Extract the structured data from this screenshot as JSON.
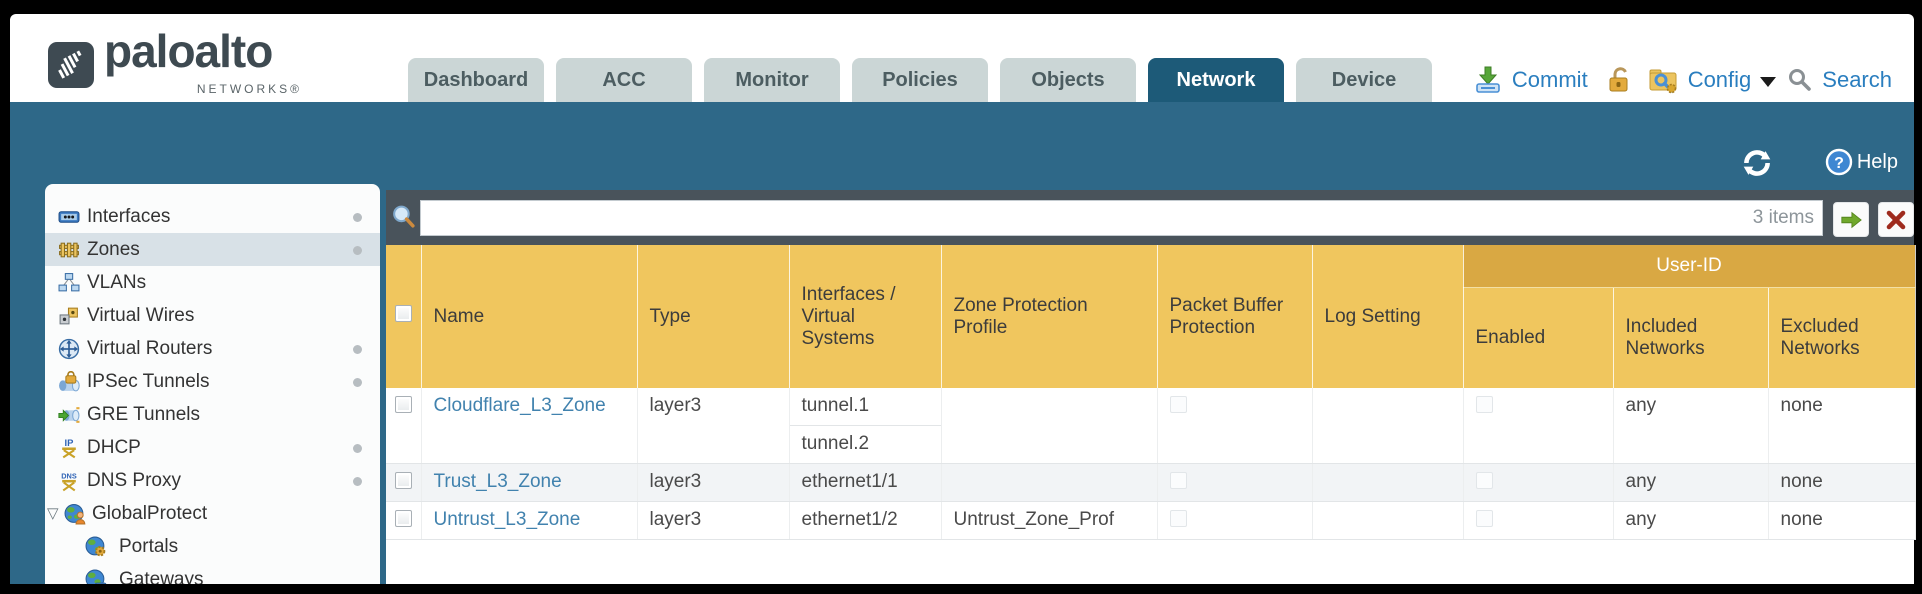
{
  "header": {
    "logo": {
      "brand": "paloalto",
      "sub": "NETWORKS®"
    },
    "tabs": [
      {
        "label": "Dashboard",
        "active": false
      },
      {
        "label": "ACC",
        "active": false
      },
      {
        "label": "Monitor",
        "active": false
      },
      {
        "label": "Policies",
        "active": false
      },
      {
        "label": "Objects",
        "active": false
      },
      {
        "label": "Network",
        "active": true
      },
      {
        "label": "Device",
        "active": false
      }
    ],
    "actions": {
      "commit": "Commit",
      "config": "Config",
      "search": "Search"
    }
  },
  "toolbar": {
    "help_label": "Help"
  },
  "filterbar": {
    "value": "",
    "items_count": "3 items"
  },
  "sidebar": {
    "items": [
      {
        "label": "Interfaces",
        "icon": "interfaces-icon",
        "dot": true
      },
      {
        "label": "Zones",
        "icon": "zones-icon",
        "dot": true,
        "selected": true
      },
      {
        "label": "VLANs",
        "icon": "vlans-icon"
      },
      {
        "label": "Virtual Wires",
        "icon": "virtual-wires-icon"
      },
      {
        "label": "Virtual Routers",
        "icon": "virtual-routers-icon",
        "dot": true
      },
      {
        "label": "IPSec Tunnels",
        "icon": "ipsec-tunnels-icon",
        "dot": true
      },
      {
        "label": "GRE Tunnels",
        "icon": "gre-tunnels-icon"
      },
      {
        "label": "DHCP",
        "icon": "dhcp-icon",
        "dot": true
      },
      {
        "label": "DNS Proxy",
        "icon": "dns-proxy-icon",
        "dot": true
      },
      {
        "label": "GlobalProtect",
        "icon": "globalprotect-icon",
        "expanded": true
      },
      {
        "label": "Portals",
        "icon": "portals-icon",
        "indent": 1
      },
      {
        "label": "Gateways",
        "icon": "gateways-icon",
        "indent": 1
      }
    ]
  },
  "table": {
    "group_header": "User-ID",
    "columns": [
      "Name",
      "Type",
      "Interfaces / Virtual Systems",
      "Zone Protection Profile",
      "Packet Buffer Protection",
      "Log Setting",
      "Enabled",
      "Included Networks",
      "Excluded Networks"
    ],
    "rows": [
      {
        "name": "Cloudflare_L3_Zone",
        "type": "layer3",
        "interfaces": [
          "tunnel.1",
          "tunnel.2"
        ],
        "zone_protection_profile": "",
        "packet_buffer_protection": false,
        "log_setting": "",
        "user_id_enabled": false,
        "included_networks": "any",
        "excluded_networks": "none"
      },
      {
        "name": "Trust_L3_Zone",
        "type": "layer3",
        "interfaces": [
          "ethernet1/1"
        ],
        "zone_protection_profile": "",
        "packet_buffer_protection": false,
        "log_setting": "",
        "user_id_enabled": false,
        "included_networks": "any",
        "excluded_networks": "none"
      },
      {
        "name": "Untrust_L3_Zone",
        "type": "layer3",
        "interfaces": [
          "ethernet1/2"
        ],
        "zone_protection_profile": "Untrust_Zone_Prof",
        "packet_buffer_protection": false,
        "log_setting": "",
        "user_id_enabled": false,
        "included_networks": "any",
        "excluded_networks": "none"
      }
    ]
  }
}
